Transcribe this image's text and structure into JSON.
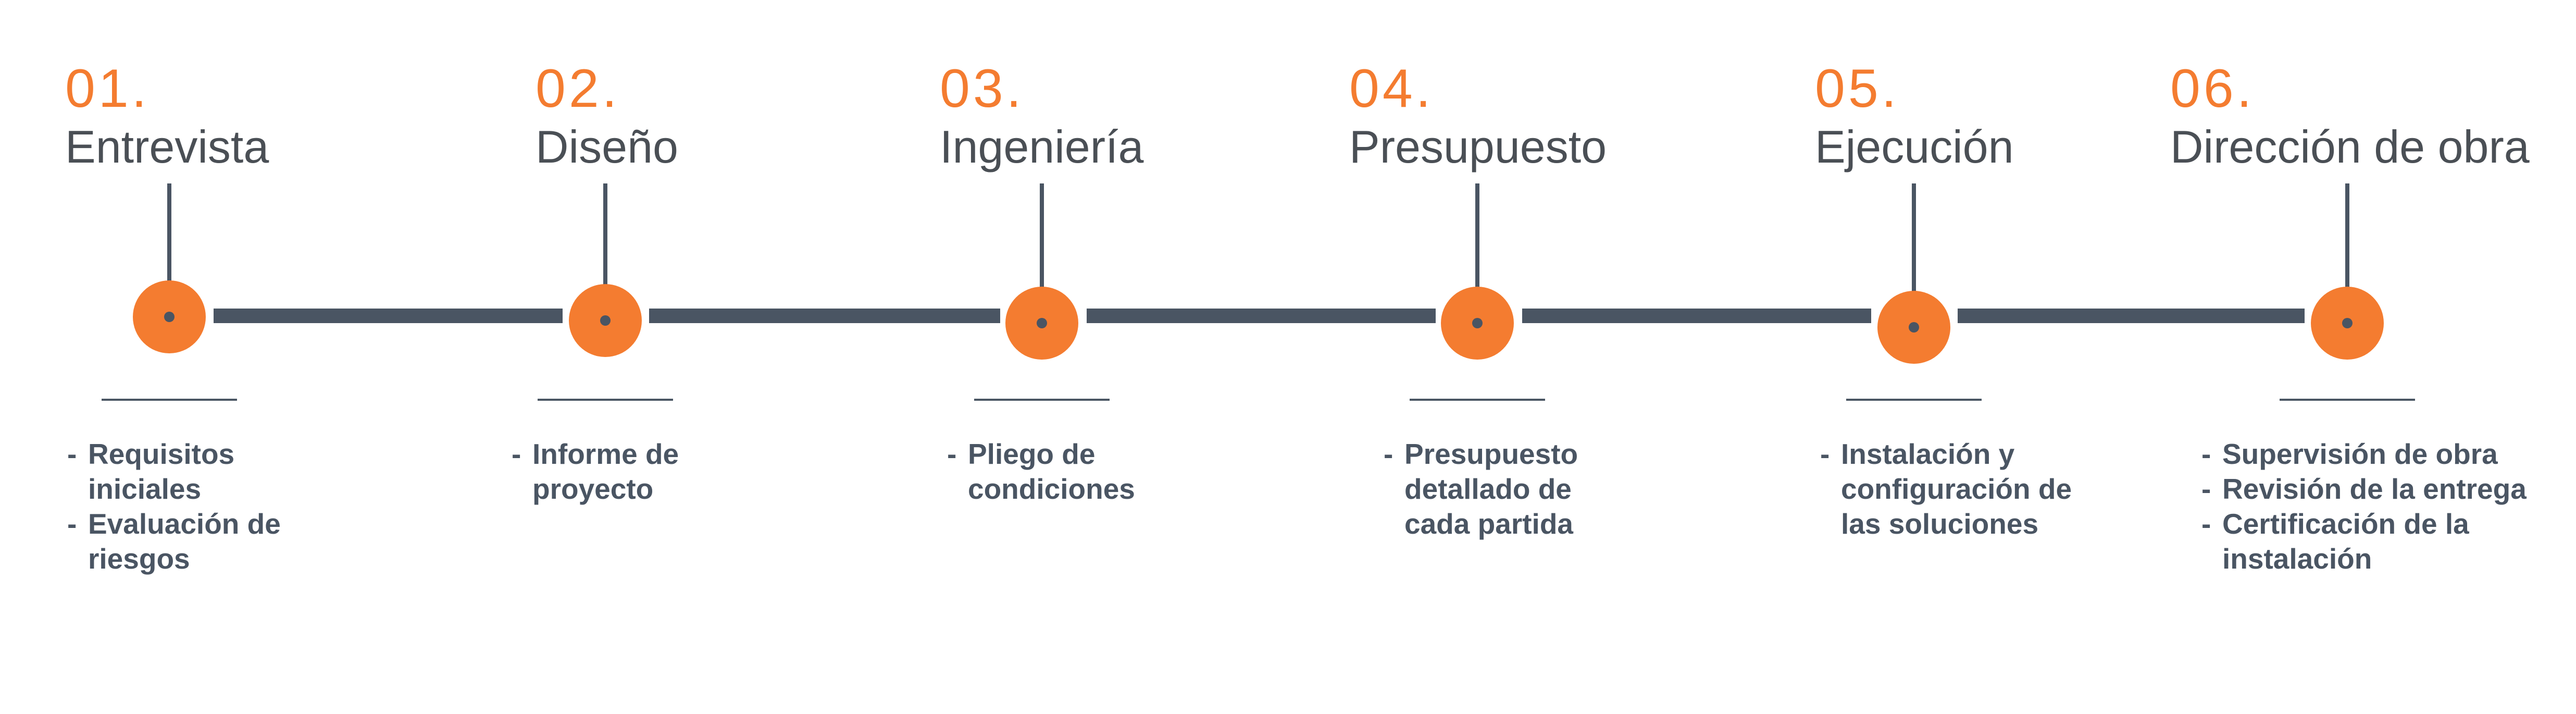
{
  "colors": {
    "accent": "#f47c30",
    "line": "#4a5563",
    "title": "#4a4f55"
  },
  "steps": [
    {
      "number": "01.",
      "title": "Entrevista",
      "details": [
        [
          "Requisitos",
          "iniciales"
        ],
        [
          "Evaluación de",
          "riesgos"
        ]
      ]
    },
    {
      "number": "02.",
      "title": "Diseño",
      "details": [
        [
          "Informe de",
          "proyecto"
        ]
      ]
    },
    {
      "number": "03.",
      "title": "Ingeniería",
      "details": [
        [
          "Pliego de",
          "condiciones"
        ]
      ]
    },
    {
      "number": "04.",
      "title": "Presupuesto",
      "details": [
        [
          "Presupuesto",
          "detallado de",
          "cada partida"
        ]
      ]
    },
    {
      "number": "05.",
      "title": "Ejecución",
      "details": [
        [
          "Instalación y",
          "configuración de",
          "las soluciones"
        ]
      ]
    },
    {
      "number": "06.",
      "title": "Dirección de obra",
      "details": [
        [
          "Supervisión de obra"
        ],
        [
          "Revisión de la entrega"
        ],
        [
          "Certificación de la",
          "instalación"
        ]
      ]
    }
  ]
}
